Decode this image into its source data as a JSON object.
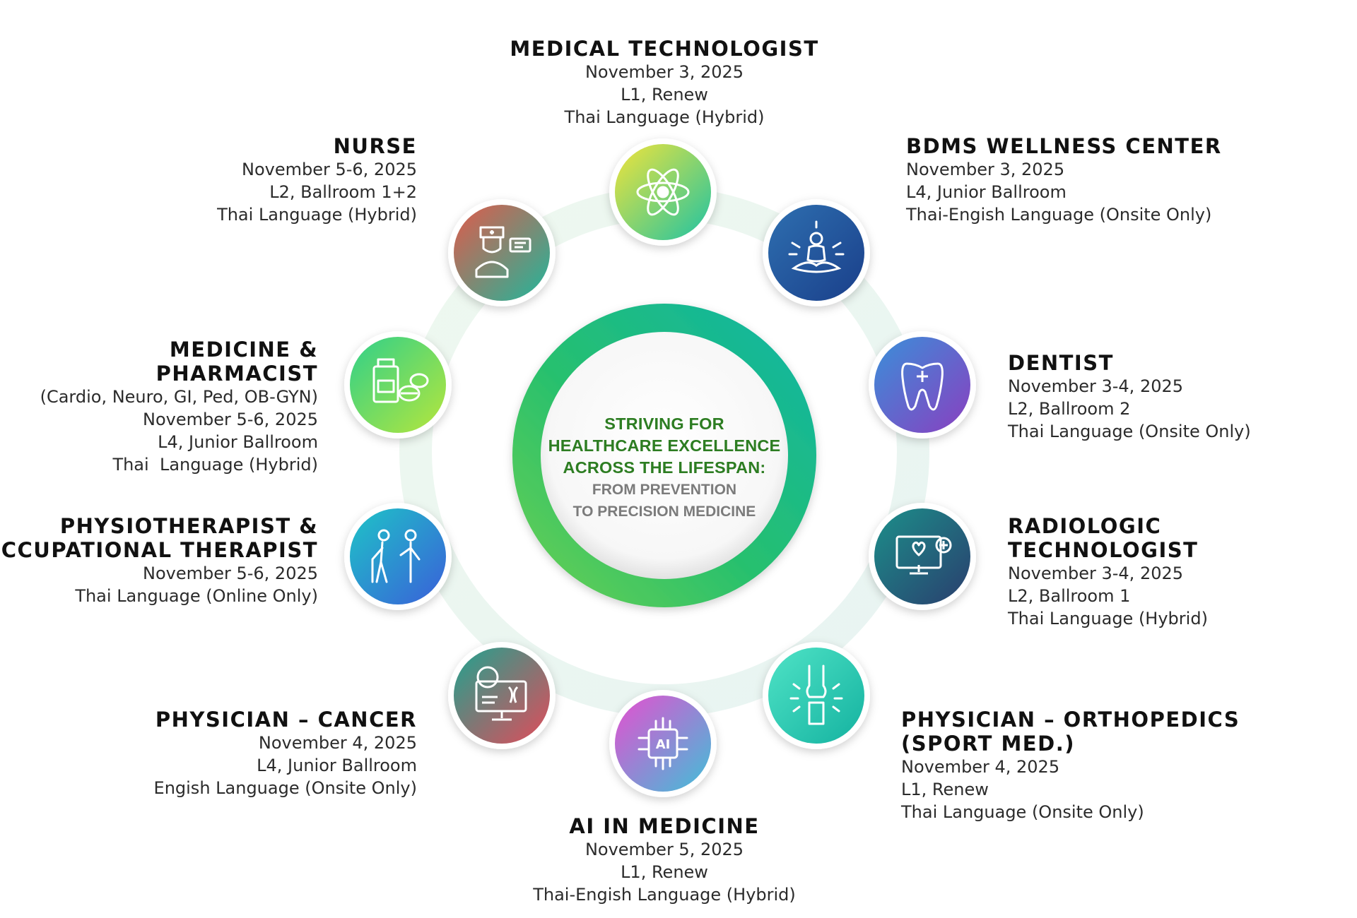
{
  "center": {
    "green_lines": [
      "STRIVING FOR",
      "HEALTHCARE EXCELLENCE",
      "ACROSS THE LIFESPAN:"
    ],
    "gray_lines": [
      "FROM PREVENTION",
      "TO PRECISION MEDICINE"
    ]
  },
  "nodes": [
    {
      "key": "medical-technologist",
      "icon": "atom-icon",
      "title": "MEDICAL TECHNOLOGIST",
      "lines": [
        "November 3, 2025",
        "L1, Renew",
        "Thai Language (Hybrid)"
      ]
    },
    {
      "key": "bdms-wellness-center",
      "icon": "meditation-icon",
      "title": "BDMS WELLNESS CENTER",
      "lines": [
        "November 3, 2025",
        "L4, Junior Ballroom",
        "Thai-Engish Language (Onsite Only)"
      ]
    },
    {
      "key": "dentist",
      "icon": "tooth-icon",
      "title": "DENTIST",
      "lines": [
        "November 3-4, 2025",
        "L2, Ballroom 2",
        "Thai Language (Onsite Only)"
      ]
    },
    {
      "key": "radiologic-technologist",
      "icon": "monitor-heart-icon",
      "title": "RADIOLOGIC TECHNOLOGIST",
      "lines": [
        "November 3-4, 2025",
        "L2, Ballroom 1",
        "Thai Language (Hybrid)"
      ]
    },
    {
      "key": "physician-orthopedics",
      "icon": "knee-joint-icon",
      "title": "PHYSICIAN – ORTHOPEDICS",
      "title2": "(SPORT MED.)",
      "lines": [
        "November 4, 2025",
        "L1, Renew",
        "Thai Language (Onsite Only)"
      ]
    },
    {
      "key": "ai-in-medicine",
      "icon": "ai-chip-icon",
      "title": "AI IN MEDICINE",
      "lines": [
        "November 5, 2025",
        "L1, Renew",
        "Thai-Engish Language (Hybrid)"
      ]
    },
    {
      "key": "physician-cancer",
      "icon": "cancer-screen-icon",
      "title": "PHYSICIAN – CANCER",
      "lines": [
        "November 4, 2025",
        "L4, Junior Ballroom",
        "Engish Language (Onsite Only)"
      ]
    },
    {
      "key": "physiotherapist",
      "icon": "elderly-care-icon",
      "title": "PHYSIOTHERAPIST &",
      "title2": "CCUPATIONAL THERAPIST",
      "lines": [
        "November 5-6, 2025",
        "Thai Language (Online Only)"
      ]
    },
    {
      "key": "medicine-pharmacist",
      "icon": "medicine-bottle-icon",
      "title": "MEDICINE & PHARMACIST",
      "lines": [
        "(Cardio, Neuro, GI, Ped, OB-GYN)",
        "November 5-6, 2025",
        "L4, Junior Ballroom",
        "Thai  Language (Hybrid)"
      ]
    },
    {
      "key": "nurse",
      "icon": "nurse-icon",
      "title": "NURSE",
      "lines": [
        "November 5-6, 2025",
        "L2, Ballroom 1+2",
        "Thai Language (Hybrid)"
      ]
    }
  ],
  "colors": {
    "ring_green": "#2fbf6a",
    "ring_teal": "#12b8a6",
    "center_green": "#2d7d22",
    "center_gray": "#7b7b7b"
  }
}
